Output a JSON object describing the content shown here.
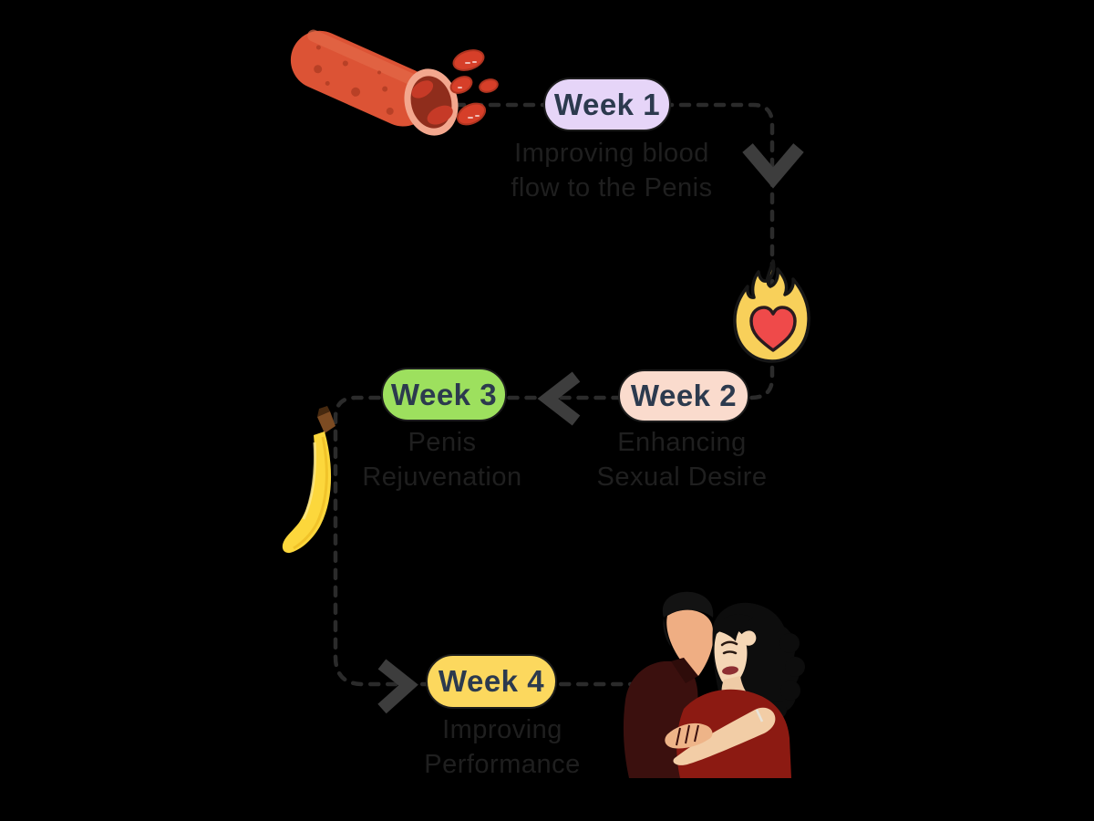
{
  "steps": [
    {
      "label": "Week 1",
      "description_line1": "Improving blood",
      "description_line2": "flow to the Penis",
      "badge_bg": "#e6d5f8",
      "icon": "blood-vessel-icon"
    },
    {
      "label": "Week 2",
      "description_line1": "Enhancing",
      "description_line2": "Sexual Desire",
      "badge_bg": "#fadbcd",
      "icon": "flaming-heart-icon"
    },
    {
      "label": "Week 3",
      "description_line1": "Penis",
      "description_line2": "Rejuvenation",
      "badge_bg": "#9de05e",
      "icon": "banana-icon"
    },
    {
      "label": "Week 4",
      "description_line1": "Improving",
      "description_line2": "Performance",
      "badge_bg": "#fcd85e",
      "icon": "embracing-couple-icon"
    }
  ],
  "colors": {
    "background": "#000000",
    "dashed_line": "#2b2b2b",
    "arrow": "#3d3d3d",
    "badge_text": "#2c3a4e",
    "badge_border": "#1c1c1c",
    "description_text": "#1f1f1f",
    "flame": "#f8d05a",
    "heart": "#ef4a4a",
    "blood_vessel": "#dc5335",
    "banana": "#fcd73c"
  }
}
